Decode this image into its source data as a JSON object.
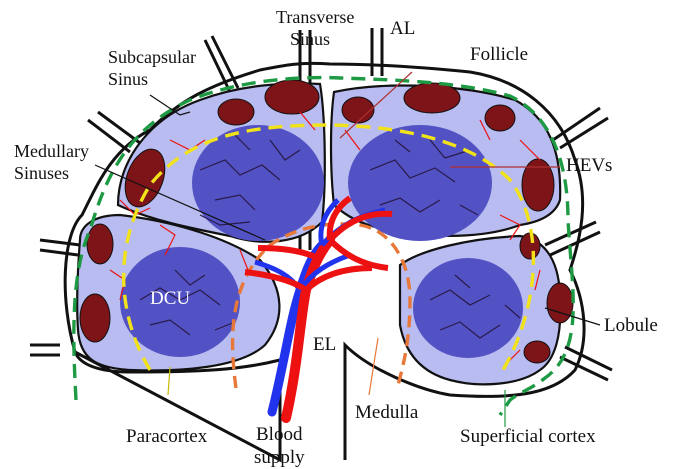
{
  "labels": {
    "transverse_sinus_1": "Transverse",
    "transverse_sinus_2": "Sinus",
    "al": "AL",
    "subcapsular_1": "Subcapsular",
    "subcapsular_2": "Sinus",
    "follicle": "Follicle",
    "medullary_1": "Medullary",
    "medullary_2": "Sinuses",
    "hevs": "HEVs",
    "dcu": "DCU",
    "lobule": "Lobule",
    "el": "EL",
    "medulla": "Medulla",
    "paracortex": "Paracortex",
    "blood_1": "Blood",
    "blood_2": "supply",
    "superficial_cortex": "Superficial cortex"
  },
  "colors": {
    "lobule_fill": "#b8bcf0",
    "paracortex_core": "#5252c4",
    "follicle": "#7d1418",
    "artery": "#ee1111",
    "vein": "#2233ee",
    "paracortex_line": "#f2e21a",
    "medulla_line": "#e8783a",
    "superficial_cortex_line": "#1f9a44"
  }
}
